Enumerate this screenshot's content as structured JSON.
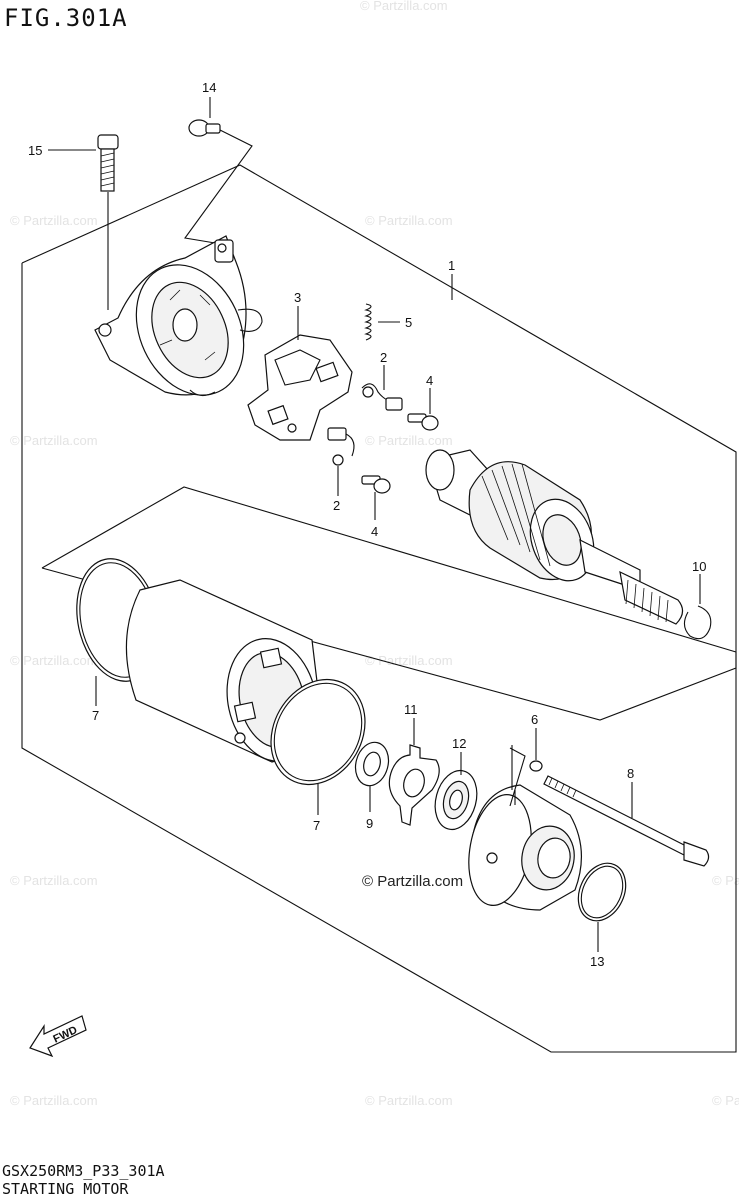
{
  "figure": {
    "title": "FIG.301A",
    "code": "GSX250RM3_P33_301A",
    "name": "STARTING MOTOR",
    "watermark": "© Partzilla.com",
    "watermark_main": "© Partzilla.com",
    "fwd_label": "FWD"
  },
  "callouts": {
    "c1": "1",
    "c2a": "2",
    "c2b": "2",
    "c3": "3",
    "c4a": "4",
    "c4b": "4",
    "c5": "5",
    "c6": "6",
    "c7a": "7",
    "c7b": "7",
    "c8": "8",
    "c9": "9",
    "c10": "10",
    "c11": "11",
    "c12": "12",
    "c13": "13",
    "c14": "14",
    "c15": "15"
  },
  "colors": {
    "line": "#111111",
    "watermark": "#e3e3e3",
    "background": "#ffffff"
  }
}
